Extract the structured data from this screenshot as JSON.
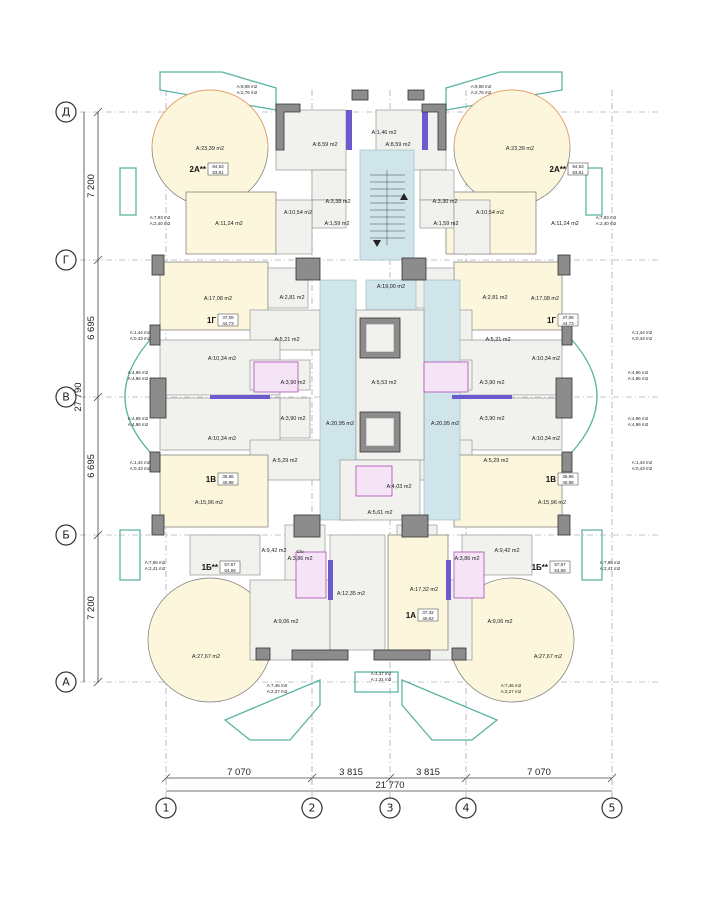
{
  "axes": {
    "rows": [
      "Д",
      "Г",
      "В",
      "Б",
      "А"
    ],
    "columns": [
      "1",
      "2",
      "3",
      "4",
      "5"
    ]
  },
  "dimensions": {
    "vertical_segments": [
      "7 200",
      "6 695",
      "6 695",
      "7 200"
    ],
    "vertical_total": "27 790",
    "horizontal_segments": [
      "7 070",
      "3 815",
      "3 815",
      "7 070"
    ],
    "horizontal_total": "21 770"
  },
  "apartments": {
    "apt_2a_left": {
      "code": "2А**",
      "area1": "84,63",
      "area2": "83,81"
    },
    "apt_2a_right": {
      "code": "2А**",
      "area1": "84,63",
      "area2": "83,81"
    },
    "apt_1g_left": {
      "code": "1Г",
      "area1": "37,08",
      "area2": "44,73"
    },
    "apt_1g_right": {
      "code": "1Г",
      "area1": "37,08",
      "area2": "44,73"
    },
    "apt_1v_left": {
      "code": "1В",
      "area1": "35,96",
      "area2": "40,88"
    },
    "apt_1v_right": {
      "code": "1В",
      "area1": "35,96",
      "area2": "40,88"
    },
    "apt_1b_left": {
      "code": "1Б**",
      "area1": "57,67",
      "area2": "54,69"
    },
    "apt_1b_right": {
      "code": "1Б**",
      "area1": "57,67",
      "area2": "54,69"
    },
    "apt_1a": {
      "code": "1А",
      "area1": "37,32",
      "area2": "40,62"
    }
  },
  "rooms": {
    "top_balc_l": "A:9,08 m2",
    "top_balc_l2": "A:2,76 m2",
    "top_balc_r": "A:9,08 m2",
    "top_balc_r2": "A:2,76 m2",
    "living_2a_l": "A:23,39 m2",
    "living_2a_r": "A:23,39 m2",
    "room_859_l": "A:8,59 m2",
    "room_859_r": "A:8,59 m2",
    "room_146": "A:1,46 m2",
    "room_338": "A:3,38 m2",
    "room_330": "A:3,30 m2",
    "room_1054_l": "A:10,54 m2",
    "room_1054_r": "A:10,54 m2",
    "room_159_l": "A:1,59 m2",
    "room_159_r": "A:1,59 m2",
    "room_1124_l": "A:11,24 m2",
    "room_1124_r": "A:11,24 m2",
    "side_793_l": "A:7,93 m2",
    "side_240_l": "A:2,40 m2",
    "side_793_r": "A:7,93 m2",
    "side_240_r": "A:2,40 m2",
    "corridor_1900": "A:19,00 m2",
    "room_1708_l": "A:17,08 m2",
    "room_1708_r": "A:17,08 m2",
    "room_281_l": "A:2,81 m2",
    "room_281_r": "A:2,81 m2",
    "room_521_l": "A:5,21 m2",
    "room_521_r": "A:5,21 m2",
    "side_144_l": "A:1,44 m2",
    "side_043_l": "A:0,43 m2",
    "side_144_r": "A:1,44 m2",
    "side_043_r": "A:0,43 m2",
    "room_1034_a_l": "A:10,34 m2",
    "room_1034_a_r": "A:10,34 m2",
    "side_496_a_l": "A:4,96 m2",
    "side_496_b_l": "A:4,96 m2",
    "side_496_a_r": "A:4,96 m2",
    "side_496_b_r": "A:4,96 m2",
    "room_390_a_l": "A:3,90 m2",
    "room_390_a_r": "A:3,90 m2",
    "lobby_553": "A:5,53 m2",
    "room_390_b_l": "A:3,90 m2",
    "room_390_b_r": "A:3,90 m2",
    "corr_2095_l": "A:20,95 m2",
    "corr_2095_r": "A:20,95 m2",
    "room_1034_b_l": "A:10,34 m2",
    "room_1034_b_r": "A:10,34 m2",
    "side_496_c_l": "A:4,96 m2",
    "side_496_d_l": "A:4,96 m2",
    "side_496_c_r": "A:4,96 m2",
    "side_496_d_r": "A:4,96 m2",
    "room_529_l": "A:5,29 m2",
    "room_529_r": "A:5,29 m2",
    "room_403": "A:4,03 m2",
    "side_144_b_l": "A:1,44 m2",
    "side_043_b_l": "A:0,43 m2",
    "side_144_b_r": "A:1,44 m2",
    "side_043_b_r": "A:0,43 m2",
    "room_1596_l": "A:15,96 m2",
    "room_1596_r": "A:15,96 m2",
    "room_561": "A:5,61 m2",
    "room_942_l": "A:9,42 m2",
    "room_942_r": "A:9,42 m2",
    "room_386_l": "A:3,86 m2",
    "room_386_r": "A:3,86 m2",
    "side_795_l": "A:7,95 m2",
    "side_241_l": "A:2,41 m2",
    "side_795_r": "A:7,95 m2",
    "side_241_r": "A:2,41 m2",
    "room_1235": "A:12,35 m2",
    "room_1732": "A:17,32 m2",
    "room_906_l": "A:9,06 m2",
    "room_906_r": "A:9,06 m2",
    "room_2767_l": "A:27,67 m2",
    "room_2767_r": "A:27,67 m2",
    "bot_437": "A:4,37 m2",
    "bot_131": "A:1,31 m2",
    "bot_746_l": "A:7,46 m2",
    "bot_227_l": "A:2,27 m2",
    "bot_746_r": "A:7,46 m2",
    "bot_227_r": "A:2,27 m2",
    "cu": "C/u"
  }
}
